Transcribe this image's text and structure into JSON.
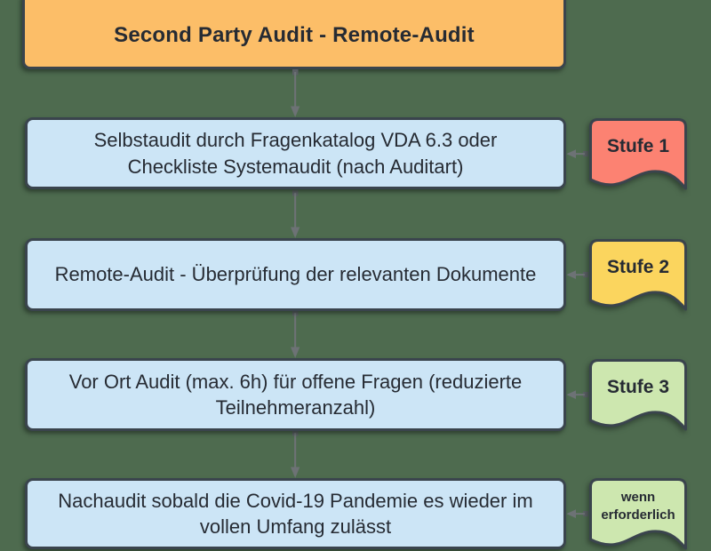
{
  "diagram": {
    "title": "Second Party Audit - Remote-Audit",
    "steps": [
      {
        "lines": [
          "Selbstaudit durch Fragenkatalog VDA 6.3 oder",
          "Checkliste Systemaudit (nach Auditart)"
        ],
        "badge": "Stufe 1",
        "badge_color": "#fc8272"
      },
      {
        "lines": [
          "Remote-Audit - Überprüfung der relevanten Dokumente"
        ],
        "badge": "Stufe 2",
        "badge_color": "#fbd55e"
      },
      {
        "lines": [
          "Vor Ort Audit (max. 6h) für offene Fragen (reduzierte",
          "Teilnehmeranzahl)"
        ],
        "badge": "Stufe 3",
        "badge_color": "#cde7af"
      },
      {
        "lines": [
          "Nachaudit sobald die Covid-19 Pandemie es wieder im",
          "vollen Umfang zulässt"
        ],
        "badge": "wenn erforderlich",
        "badge_color": "#cde7af"
      }
    ],
    "colors": {
      "background": "#4e6b4f",
      "title_fill": "#fcbe68",
      "step_fill": "#cce5f6",
      "border": "#3a444d",
      "connector": "#6d7275",
      "text": "#262b33"
    }
  }
}
